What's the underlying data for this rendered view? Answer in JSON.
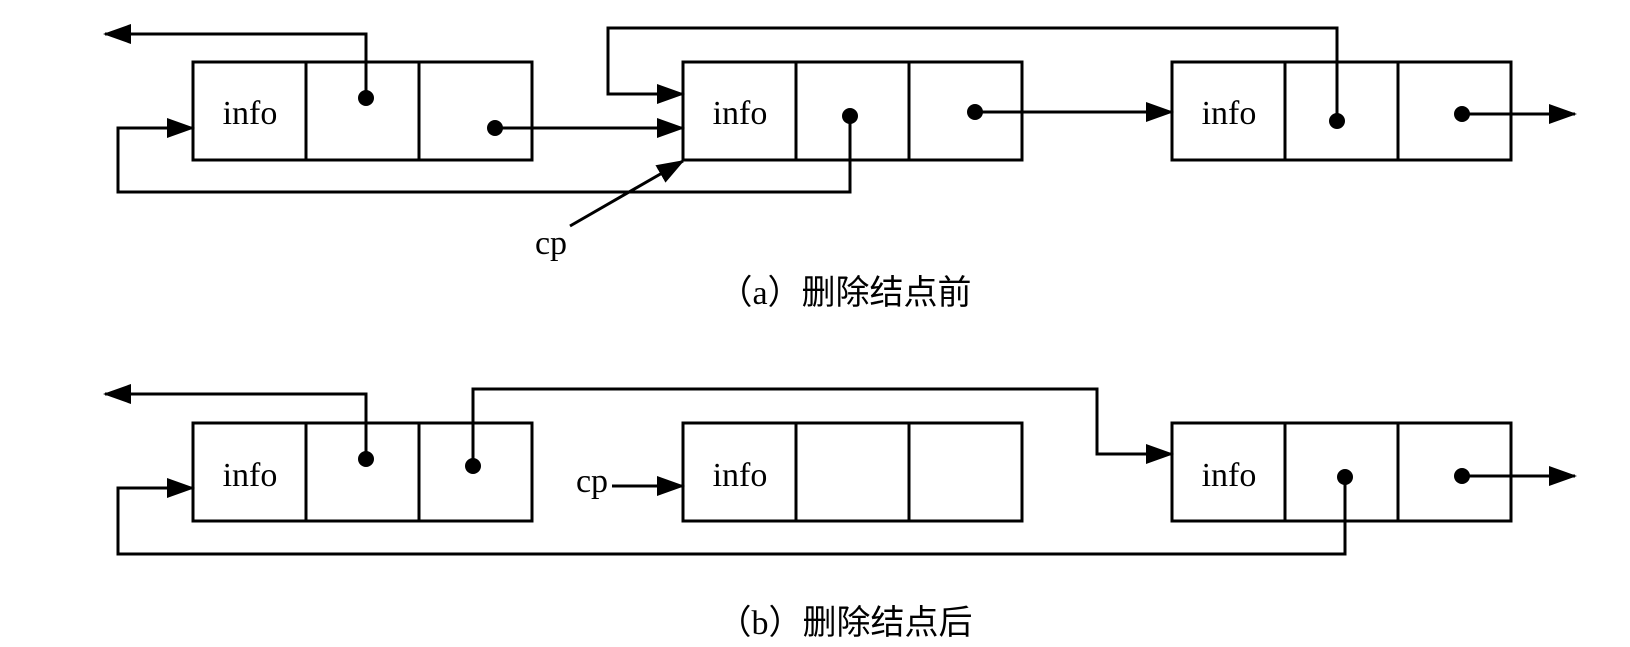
{
  "cell_label": "info",
  "pointer_label": "cp",
  "captions": {
    "before": "（a）删除结点前",
    "after": "（b）删除结点后"
  }
}
